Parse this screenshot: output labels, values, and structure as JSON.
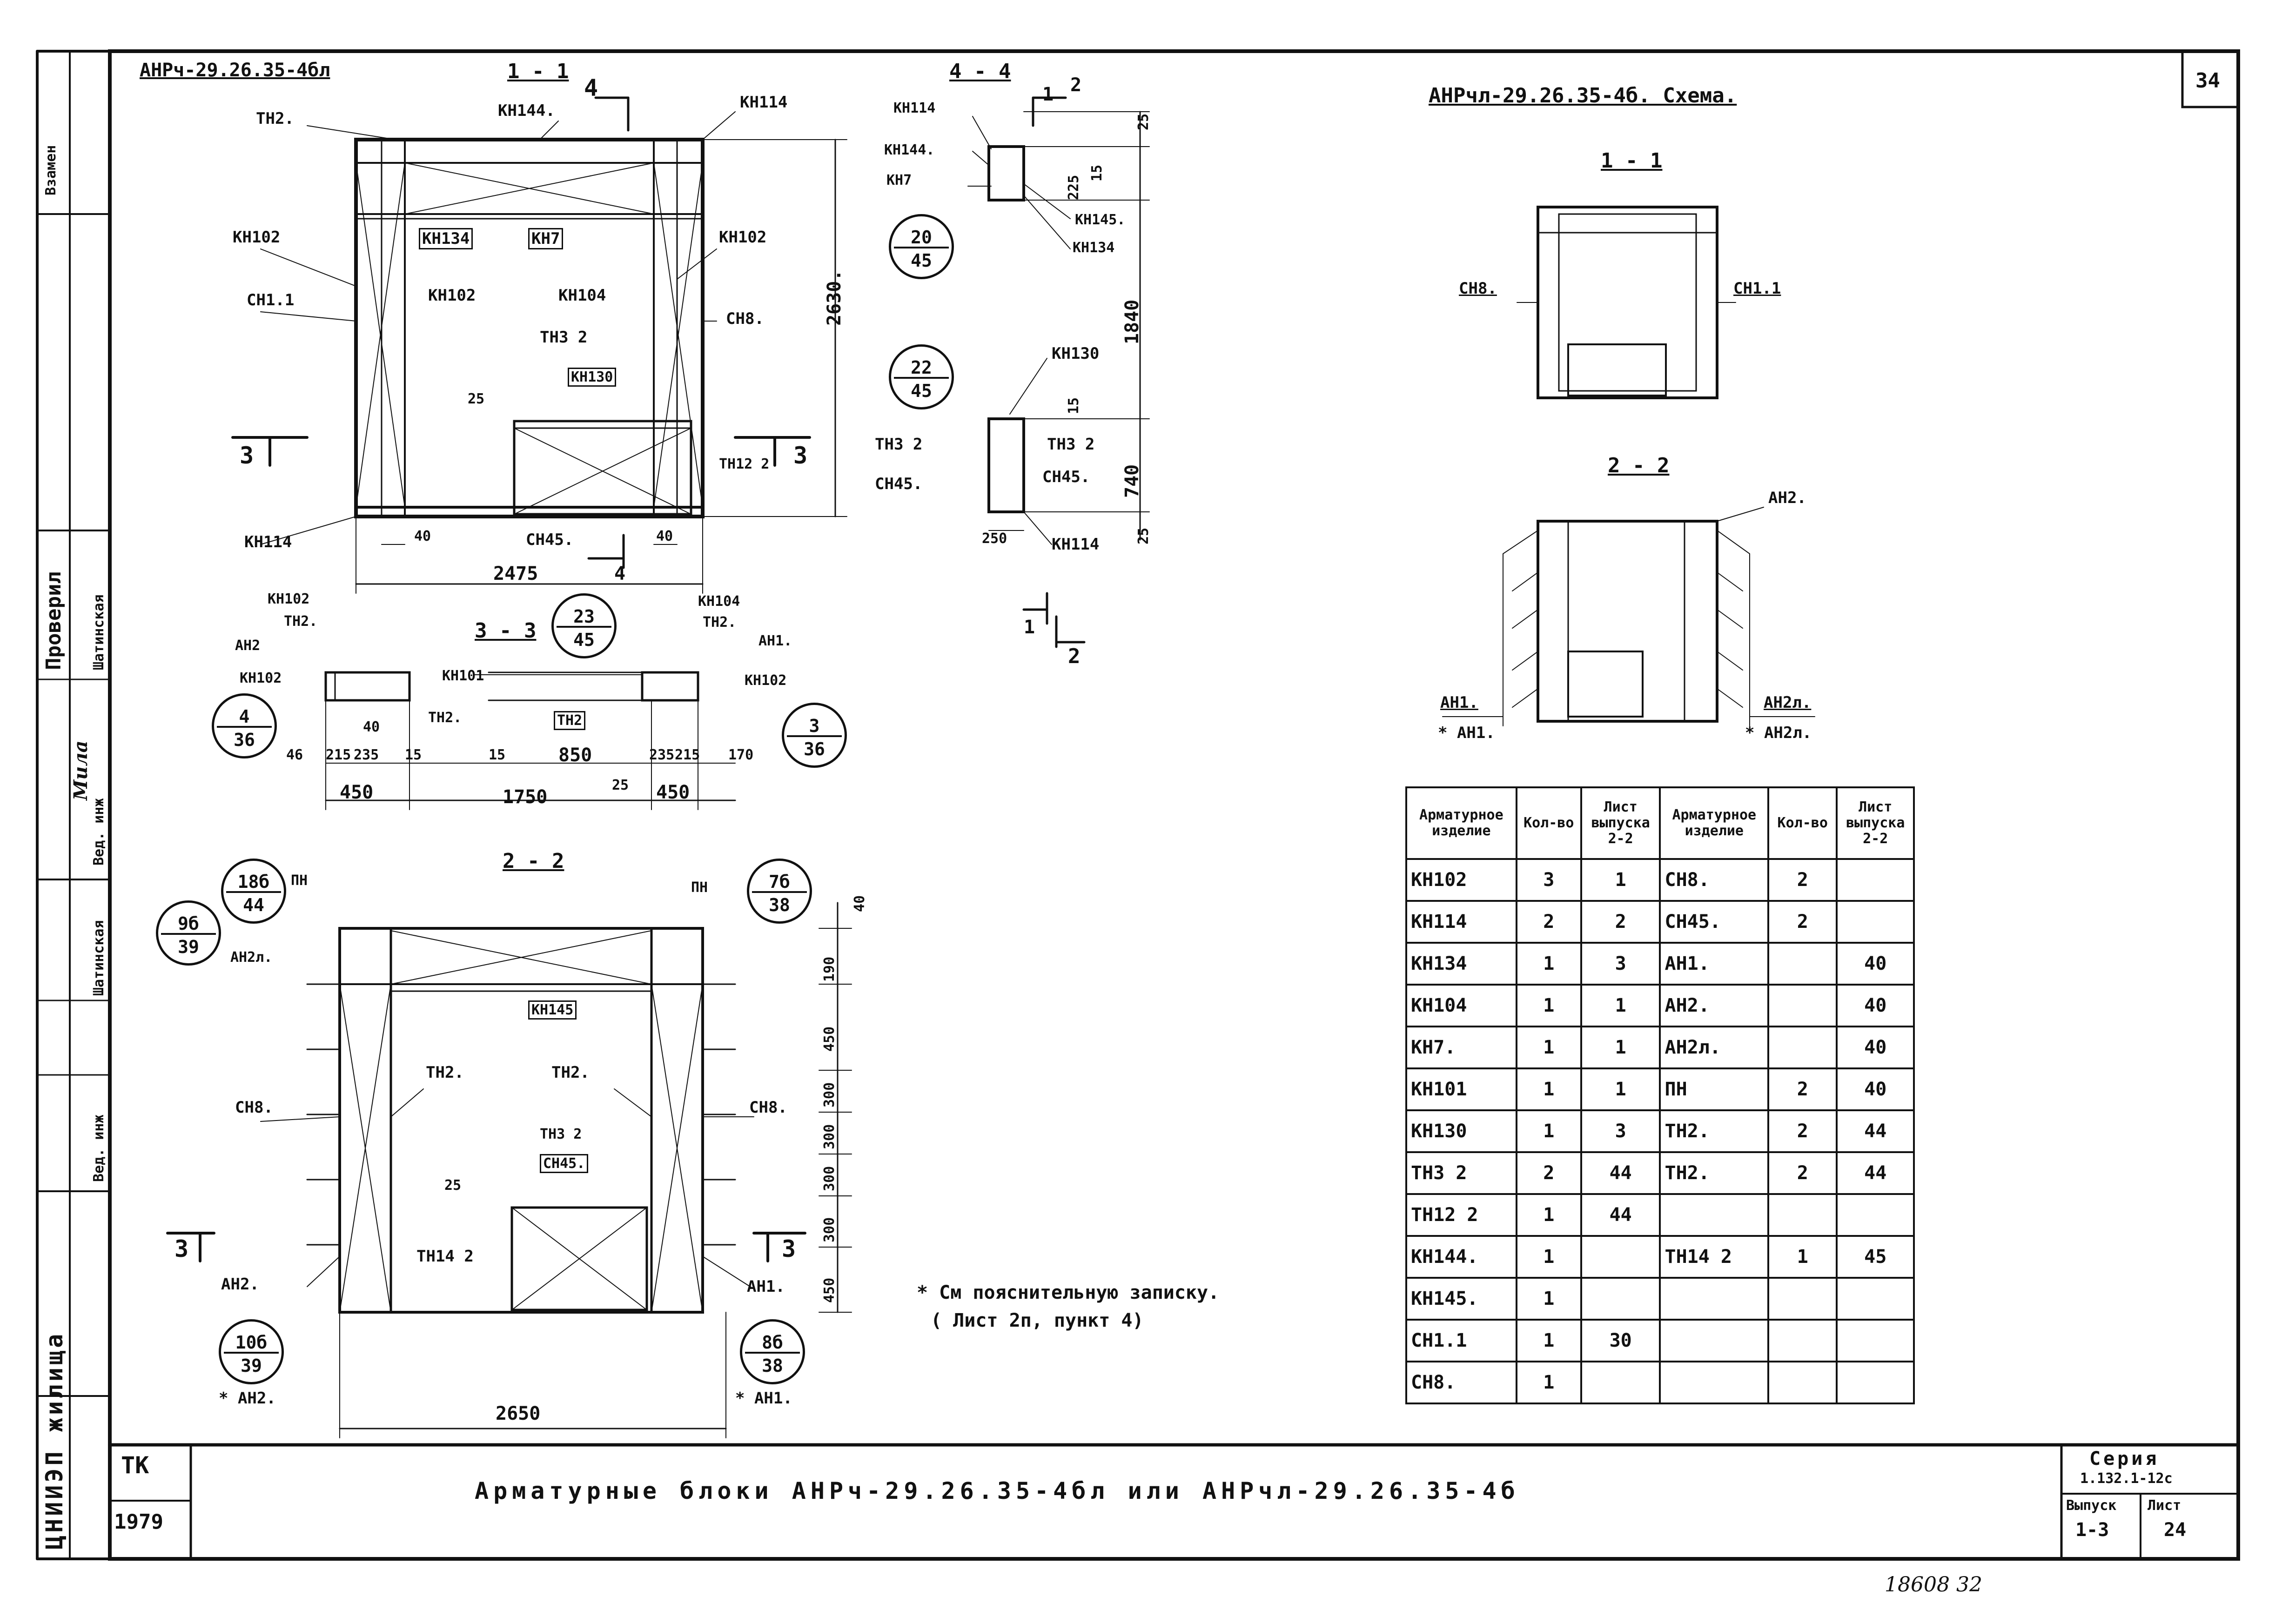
{
  "sheet": {
    "number": "34",
    "title": "Арматурные блоки АНРч-29.26.35-4бл или АНРчл-29.26.35-4б",
    "org": "ЦНИИЭП жилища",
    "tk": "ТК",
    "year": "1979",
    "series_label": "Серия",
    "series_value": "1.132.1-12с",
    "issue_label": "Выпуск",
    "issue_value": "1-3",
    "sheet_label": "Лист",
    "sheet_value": "24",
    "archive_note": "18608 32",
    "footnote_line1": "* См пояснительную записку.",
    "footnote_line2": "( Лист 2п, пункт 4)"
  },
  "side_stamp": {
    "vzamen": "Взамен",
    "proveril": "Проверил",
    "ved_inzh": "Вед. инж",
    "name1": "Шатинская",
    "name2": "Шатинская",
    "sign1": "Мила",
    "ved_inzh2": "Вед. инж"
  },
  "views": {
    "main_title": "АНРч-29.26.35-4бл",
    "scheme_title": "АНРчл-29.26.35-4б. Схема.",
    "sec11": "1 - 1",
    "sec44": "4 - 4",
    "sec33": "3 - 3",
    "sec22": "2 - 2",
    "scheme_sec11": "1 - 1",
    "scheme_sec22": "2 - 2"
  },
  "labels_11": {
    "th2": "ТН2.",
    "kn144": "КН144.",
    "kn114_top": "КН114",
    "kn102_l": "КН102",
    "kn134": "КН134",
    "kn7": "КН7",
    "kn102_r": "КН102",
    "ch11": "СН1.1",
    "kn102_m": "КН102",
    "kn104": "КН104",
    "ch8": "СН8.",
    "th32": "ТН3 2",
    "kn130": "КН130",
    "d25": "25",
    "th122": "ТН12 2",
    "kn114_bot": "КН114",
    "d40a": "40",
    "ch45": "СН45.",
    "d40b": "40",
    "d2475": "2475",
    "d2630": "2630.",
    "m3l": "3",
    "m3r": "3",
    "m4t": "4",
    "m4b": "4"
  },
  "labels_44": {
    "kn114": "КН114",
    "kn144": "КН144.",
    "kn7": "КН7",
    "kn145": "КН145.",
    "kn134": "КН134",
    "kn130": "КН130",
    "th32l": "ТН3 2",
    "th32r": "ТН3 2",
    "ch45l": "СН45.",
    "ch45r": "СН45.",
    "kn114b": "КН114",
    "d250": "250",
    "d25a": "25",
    "d225": "225",
    "d15a": "15",
    "d1840": "1840",
    "d15b": "15",
    "d740": "740",
    "d25b": "25",
    "m1": "1",
    "m2": "2",
    "m1b": "1",
    "m2b": "2"
  },
  "labels_33": {
    "kn102a": "КН102",
    "th2a": "ТН2.",
    "ah2": "АН2",
    "kn102b": "КН102",
    "th2b": "ТН2.",
    "kn101": "КН101",
    "th2c": "ТН2",
    "kn104": "КН104",
    "th2d": "ТН2.",
    "ah1": "АН1.",
    "kn102c": "КН102",
    "d46": "46",
    "d215a": "215",
    "d235a": "235",
    "d15a": "15",
    "d40": "40",
    "d15b": "15",
    "d850": "850",
    "d235b": "235",
    "d215b": "215",
    "d170": "170",
    "d450a": "450",
    "d1750": "1750",
    "d25": "25",
    "d450b": "450"
  },
  "labels_22": {
    "pn_l": "ПН",
    "pn_r": "ПН",
    "ah2l": "АН2л.",
    "kn145": "КН145",
    "th2a": "ТН2.",
    "th2b": "ТН2.",
    "ch8l": "СН8.",
    "ch8r": "СН8.",
    "th32": "ТН3 2",
    "ch45": "СН45.",
    "d25": "25",
    "th142": "ТН14 2",
    "ah2": "АН2.",
    "ah1": "АН1.",
    "ah2s": "* АН2.",
    "ah1s": "* АН1.",
    "d2650": "2650",
    "d40": "40",
    "d190": "190",
    "d450a": "450",
    "d300a": "300",
    "d300b": "300",
    "d300c": "300",
    "d300d": "300",
    "d450b": "450",
    "m3l": "3",
    "m3r": "3"
  },
  "labels_scheme": {
    "ch8": "СН8.",
    "ch11": "СН1.1",
    "ah2": "АН2.",
    "ah1": "АН1.",
    "ah1s": "* АН1.",
    "ah2l": "АН2л.",
    "ah2ls": "* АН2л."
  },
  "circles": [
    {
      "top": "20",
      "bot": "45"
    },
    {
      "top": "22",
      "bot": "45"
    },
    {
      "top": "23",
      "bot": "45"
    },
    {
      "top": "4",
      "bot": "36"
    },
    {
      "top": "3",
      "bot": "36"
    },
    {
      "top": "18б",
      "bot": "44"
    },
    {
      "top": "9б",
      "bot": "39"
    },
    {
      "top": "7б",
      "bot": "38"
    },
    {
      "top": "10б",
      "bot": "39"
    },
    {
      "top": "8б",
      "bot": "38"
    }
  ],
  "table": {
    "headers": [
      "Арматурное изделие",
      "Кол-во",
      "Лист выпуска 2-2",
      "Арматурное изделие",
      "Кол-во",
      "Лист выпуска 2-2"
    ],
    "rows": [
      [
        "КН102",
        "3",
        "1",
        "СН8.",
        "2",
        ""
      ],
      [
        "КН114",
        "2",
        "2",
        "СН45.",
        "2",
        ""
      ],
      [
        "КН134",
        "1",
        "3",
        "АН1.",
        "",
        "40"
      ],
      [
        "КН104",
        "1",
        "1",
        "АН2.",
        "",
        "40"
      ],
      [
        "КН7.",
        "1",
        "1",
        "АН2л.",
        "",
        "40"
      ],
      [
        "КН101",
        "1",
        "1",
        "ПН",
        "2",
        "40"
      ],
      [
        "КН130",
        "1",
        "3",
        "ТН2.",
        "2",
        "44"
      ],
      [
        "ТН3 2",
        "2",
        "44",
        "ТН2.",
        "2",
        "44"
      ],
      [
        "ТН12 2",
        "1",
        "44",
        "",
        "",
        ""
      ],
      [
        "КН144.",
        "1",
        "",
        "ТН14 2",
        "1",
        "45"
      ],
      [
        "КН145.",
        "1",
        "",
        "",
        "",
        ""
      ],
      [
        "СН1.1",
        "1",
        "30",
        "",
        "",
        ""
      ],
      [
        "СН8.",
        "1",
        "",
        "",
        "",
        ""
      ]
    ]
  }
}
